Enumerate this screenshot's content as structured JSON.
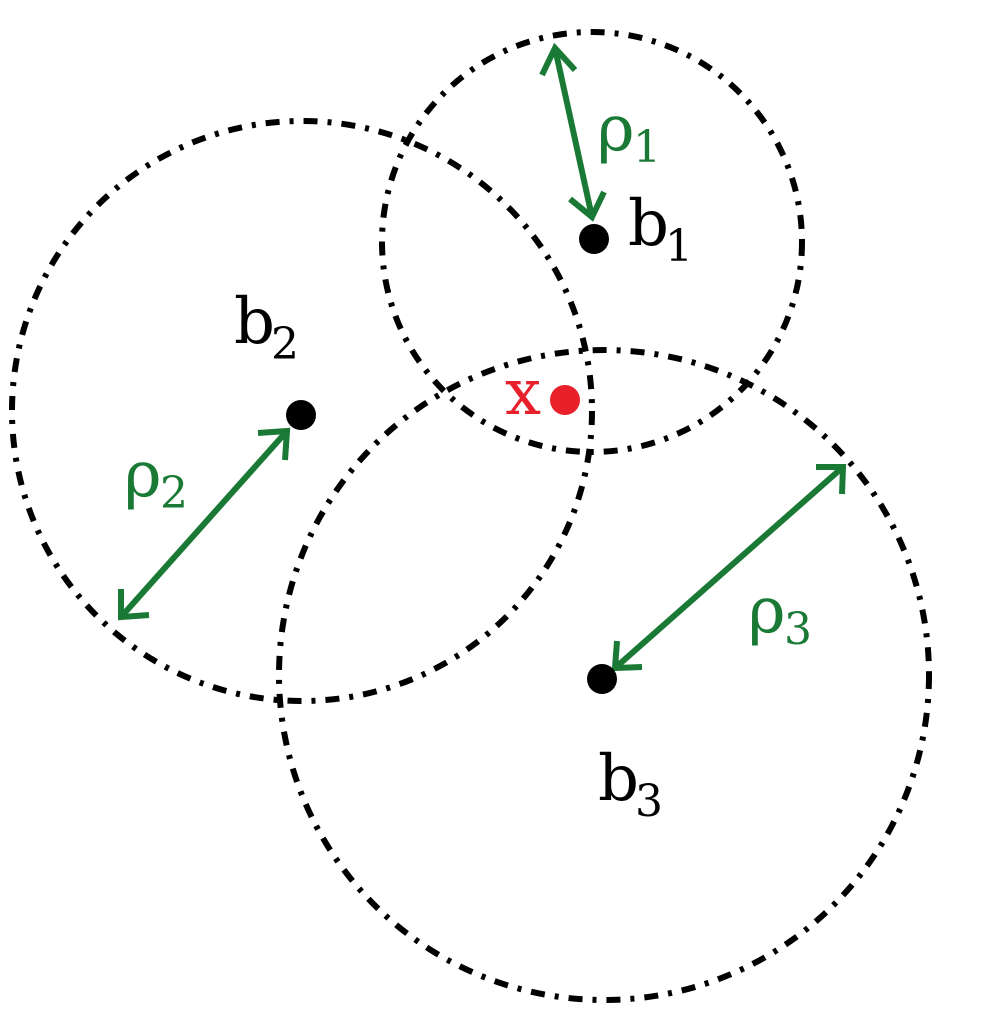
{
  "colors": {
    "circle": "#000000",
    "anchor": "#000000",
    "range": "#1a7a35",
    "target": "#e8202a"
  },
  "anchors": [
    {
      "base": "b",
      "sub": "1"
    },
    {
      "base": "b",
      "sub": "2"
    },
    {
      "base": "b",
      "sub": "3"
    }
  ],
  "ranges": [
    {
      "base": "ρ",
      "sub": "1"
    },
    {
      "base": "ρ",
      "sub": "2"
    },
    {
      "base": "ρ",
      "sub": "3"
    }
  ],
  "target": {
    "label": "x"
  }
}
